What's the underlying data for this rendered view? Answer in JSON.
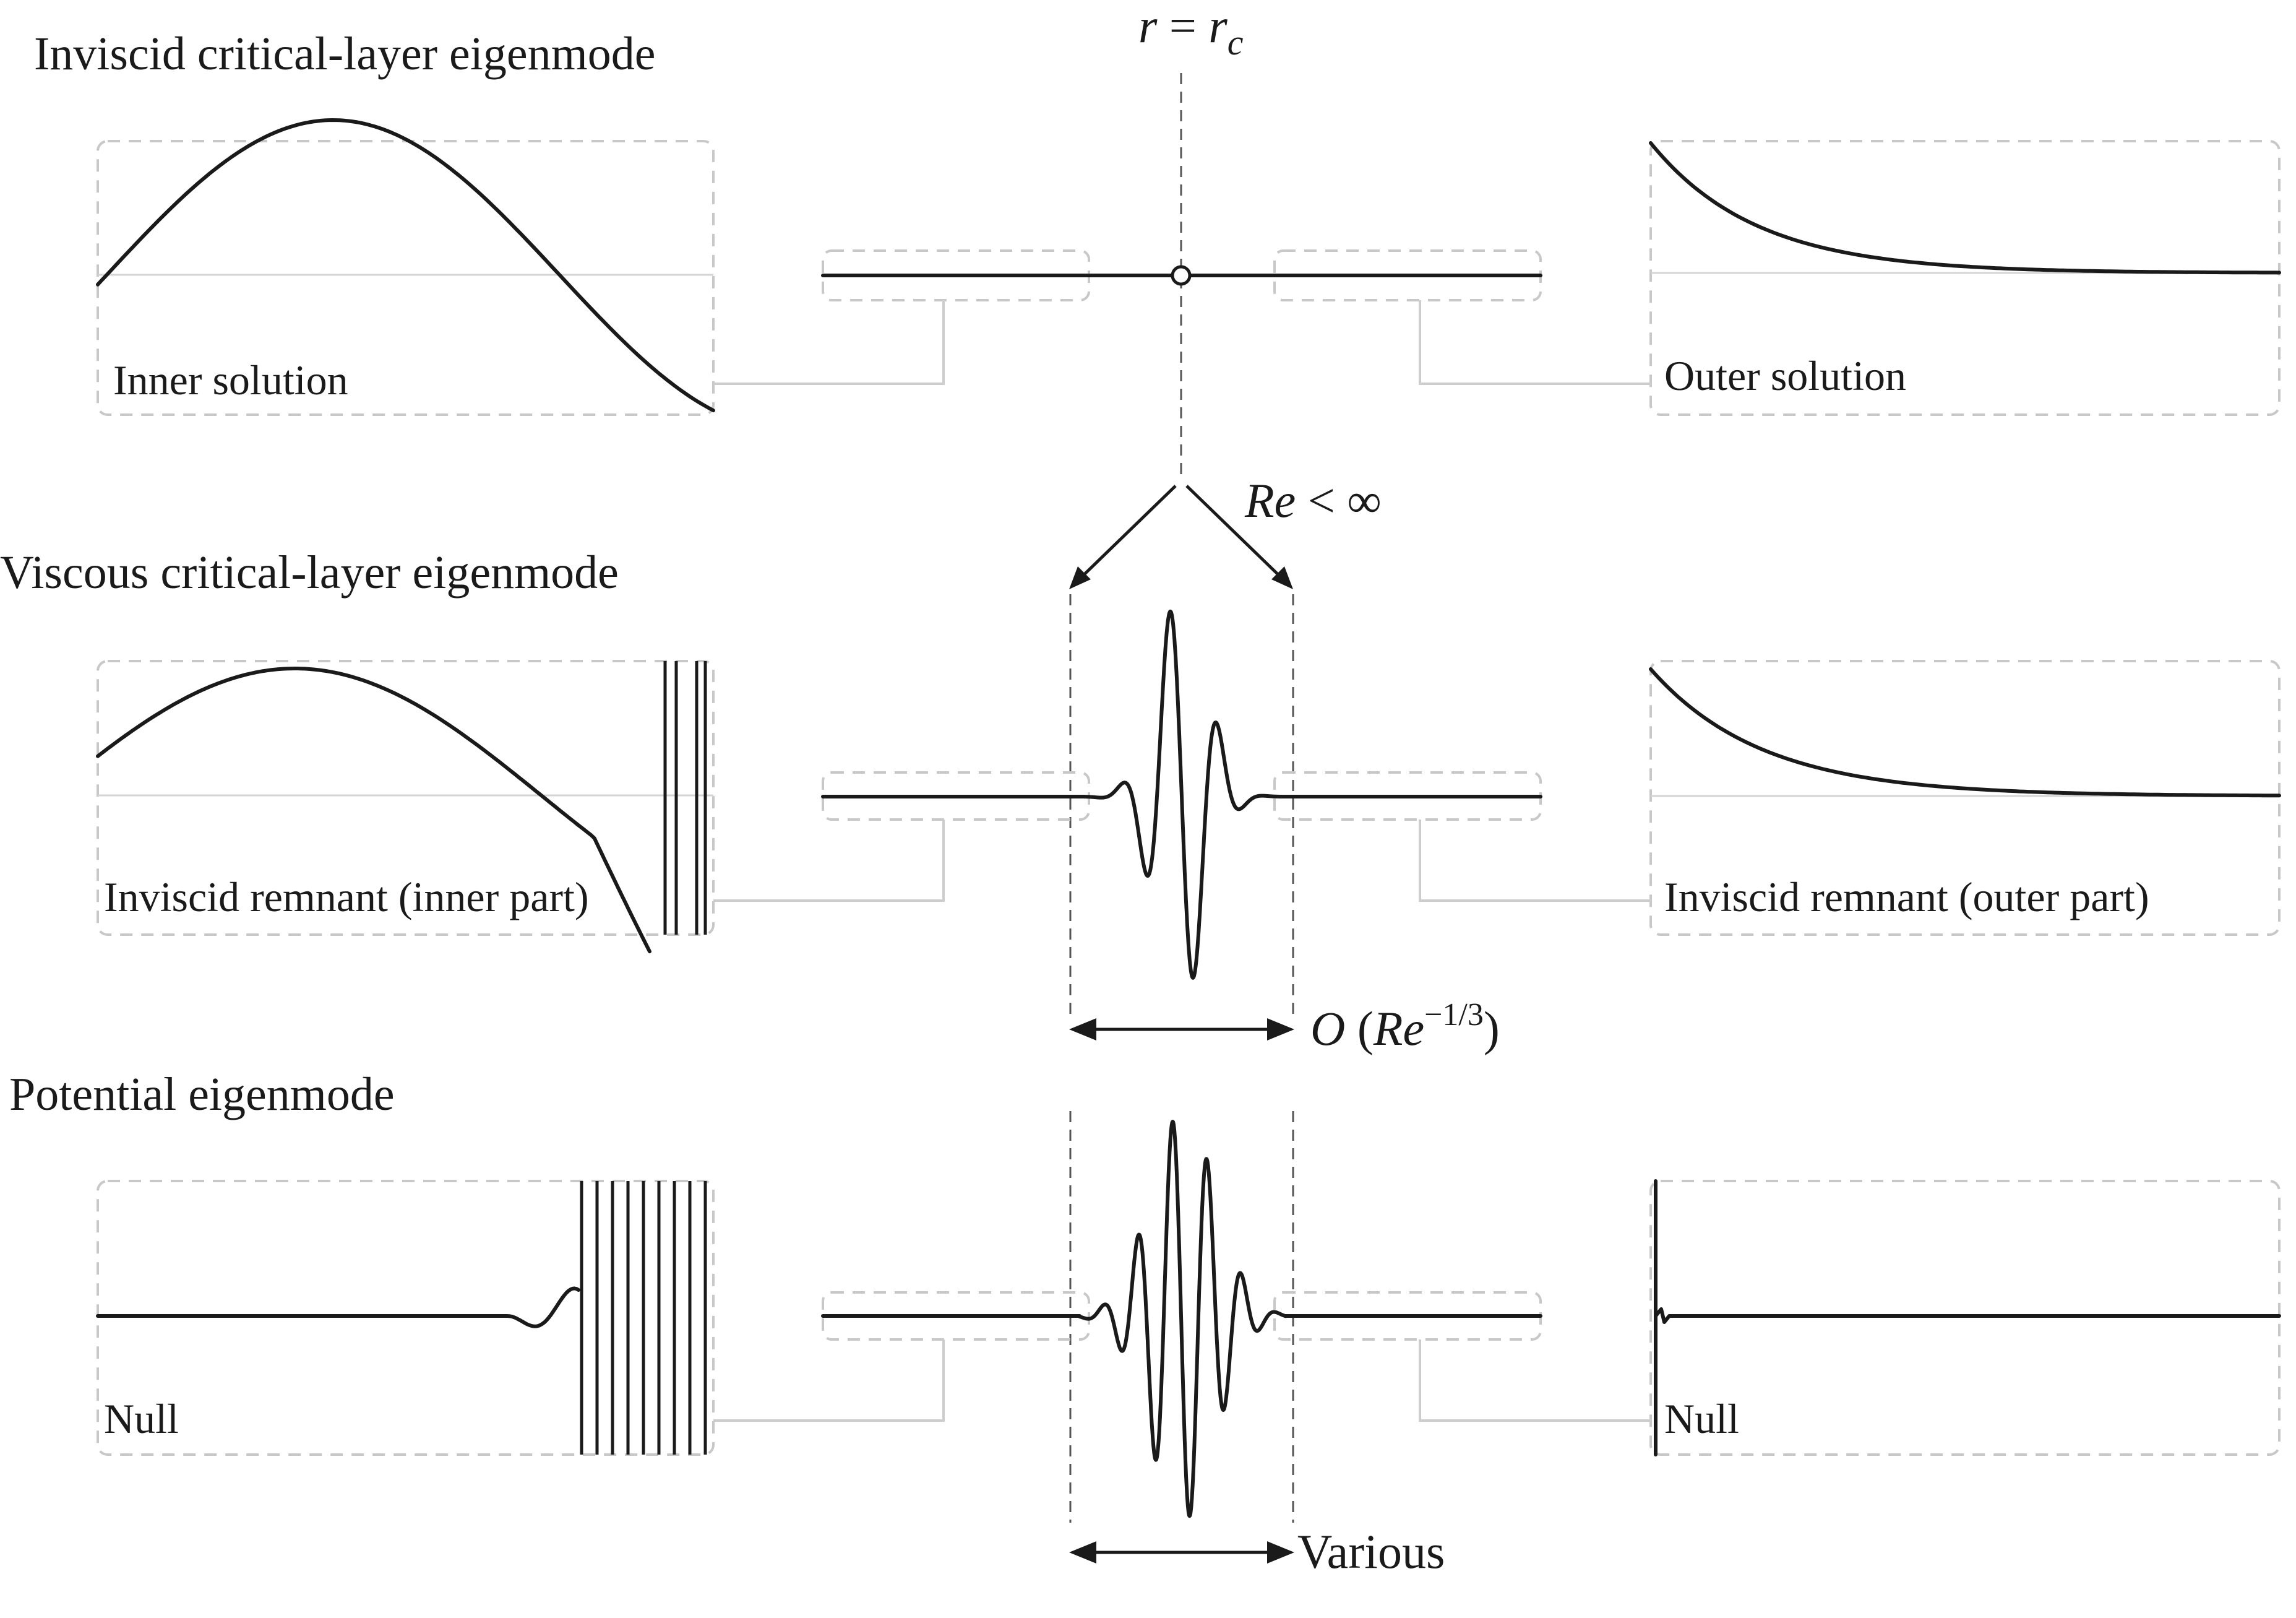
{
  "rows": [
    {
      "title": "Inviscid critical-layer eigenmode",
      "left_label": "Inner solution",
      "right_label": "Outer solution"
    },
    {
      "title": "Viscous critical-layer eigenmode",
      "left_label": "Inviscid remnant (inner part)",
      "right_label": "Inviscid remnant (outer part)"
    },
    {
      "title": "Potential eigenmode",
      "left_label": "Null",
      "right_label": "Null"
    }
  ],
  "annotations": {
    "critical_radius_lhs": "r",
    "critical_radius_eq": " = ",
    "critical_radius_rhs": "r",
    "critical_radius_sub": "c",
    "reynolds_lhs": "Re",
    "reynolds_rest": " < ∞",
    "width_viscous_o": "O",
    "width_viscous_paren_open": " (",
    "width_viscous_re": "Re",
    "width_viscous_exp": "−1/3",
    "width_viscous_paren_close": ")",
    "width_potential": "Various"
  },
  "colors": {
    "curve": "#1a1a1a",
    "box_outline": "#c8c8c8",
    "connector": "#cdcdcd",
    "guide_line": "#555555"
  }
}
